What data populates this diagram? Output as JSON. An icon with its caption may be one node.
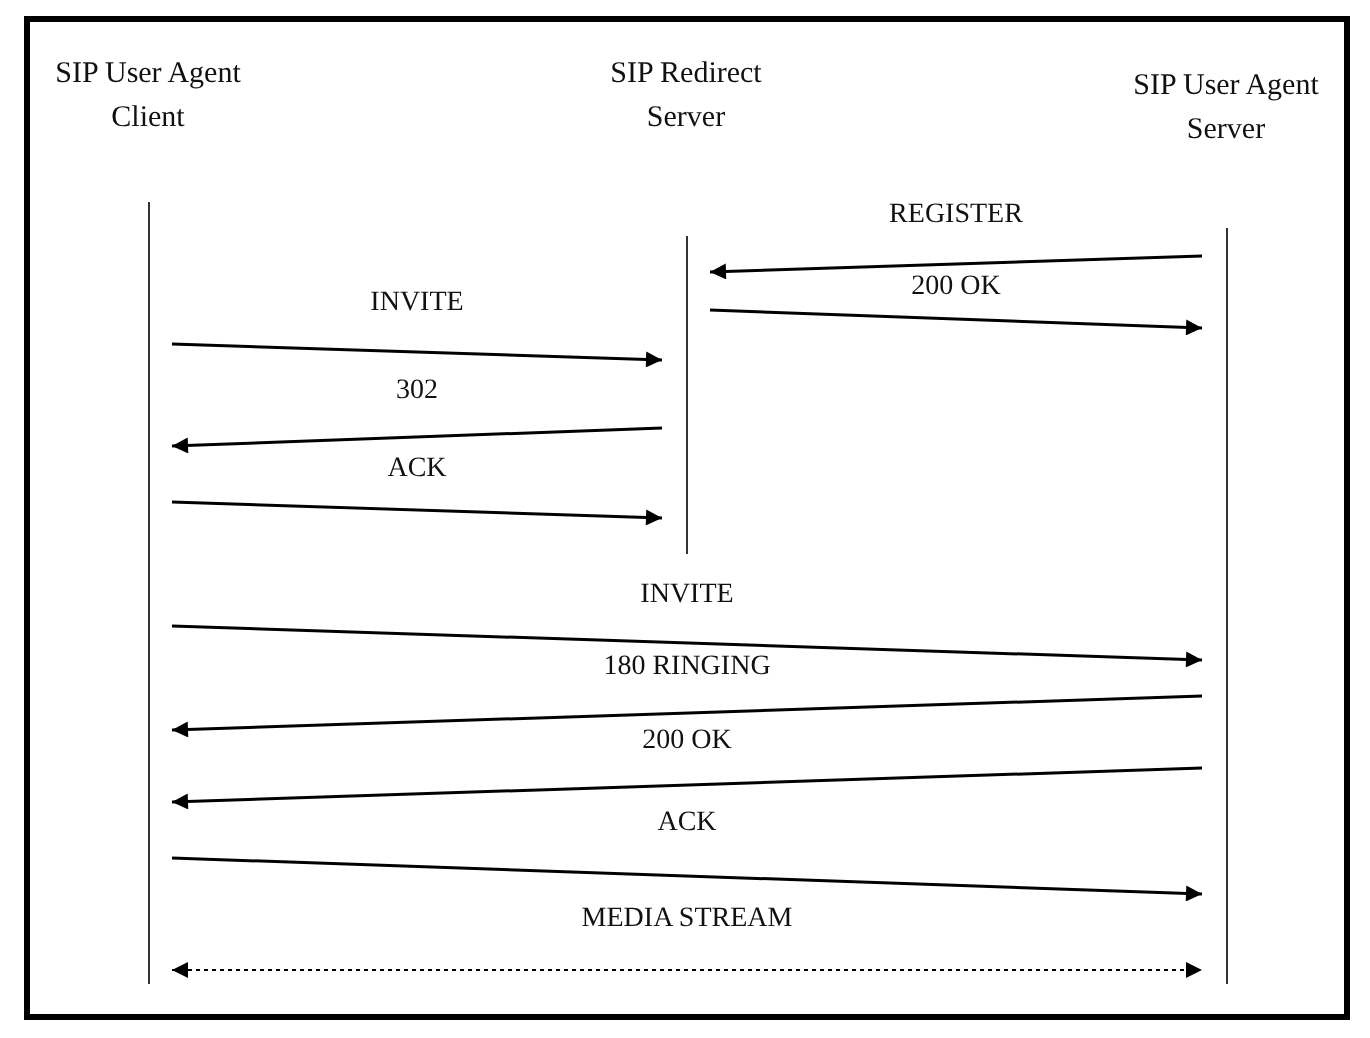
{
  "diagram": {
    "nodes": [
      {
        "text": [
          "SIP User Agent Client"
        ]
      },
      {
        "text": [
          "SIP Redirect Server"
        ]
      },
      {
        "text": [
          "SIP User Agent Server"
        ]
      }
    ],
    "edges": [
      {
        "from": 2,
        "to": 1,
        "arrow": "to",
        "label": "REGISTER"
      },
      {
        "from": 1,
        "to": 2,
        "arrow": "to",
        "label": "200 OK"
      },
      {
        "from": 0,
        "to": 1,
        "arrow": "to",
        "label": "INVITE"
      },
      {
        "from": 1,
        "to": 0,
        "arrow": "to",
        "label": "302"
      },
      {
        "from": 0,
        "to": 1,
        "arrow": "to",
        "label": "ACK"
      },
      {
        "from": 0,
        "to": 2,
        "arrow": "to",
        "label": "INVITE"
      },
      {
        "from": 2,
        "to": 0,
        "arrow": "to",
        "label": "180 RINGING"
      },
      {
        "from": 2,
        "to": 0,
        "arrow": "to",
        "label": "200 OK"
      },
      {
        "from": 0,
        "to": 2,
        "arrow": "to",
        "label": "ACK"
      },
      {
        "from": 0,
        "to": 2,
        "arrow": "both",
        "label": "MEDIA STREAM",
        "style": "dashed"
      }
    ]
  }
}
